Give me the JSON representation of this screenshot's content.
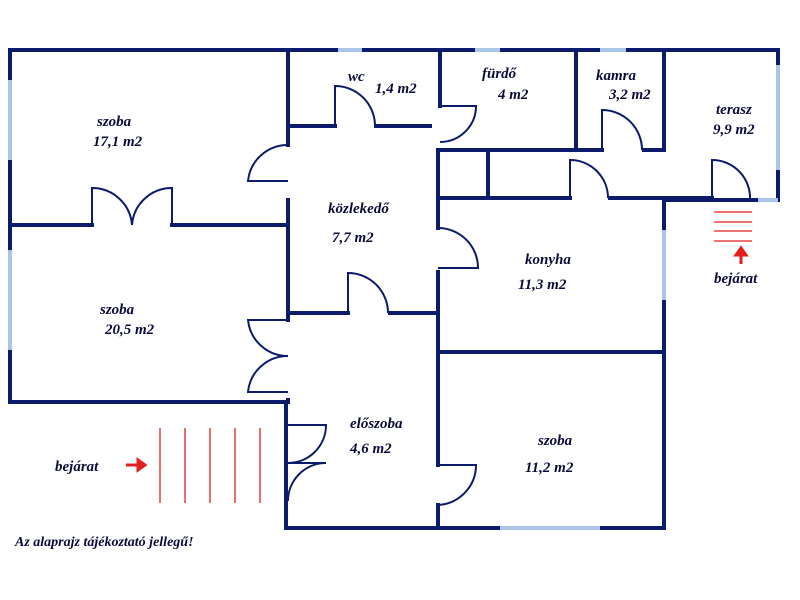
{
  "rooms": {
    "szoba1": {
      "name": "szoba",
      "area": "17,1 m2"
    },
    "szoba2": {
      "name": "szoba",
      "area": "20,5 m2"
    },
    "wc": {
      "name": "wc",
      "area": "1,4 m2"
    },
    "furdo": {
      "name": "fürdő",
      "area": "4 m2"
    },
    "kamra": {
      "name": "kamra",
      "area": "3,2 m2"
    },
    "terasz": {
      "name": "terasz",
      "area": "9,9 m2"
    },
    "kozlekedo": {
      "name": "közlekedő",
      "area": "7,7 m2"
    },
    "konyha": {
      "name": "konyha",
      "area": "11,3 m2"
    },
    "eloszoba": {
      "name": "előszoba",
      "area": "4,6 m2"
    },
    "szoba3": {
      "name": "szoba",
      "area": "11,2 m2"
    }
  },
  "entrances": {
    "left": "bejárat",
    "right": "bejárat"
  },
  "note": "Az alaprajz tájékoztató jellegű!",
  "colors": {
    "wall": "#0c1a6b",
    "window": "#a9c6e8",
    "stairs": "#e31e1e",
    "text": "#0a0a3a"
  }
}
